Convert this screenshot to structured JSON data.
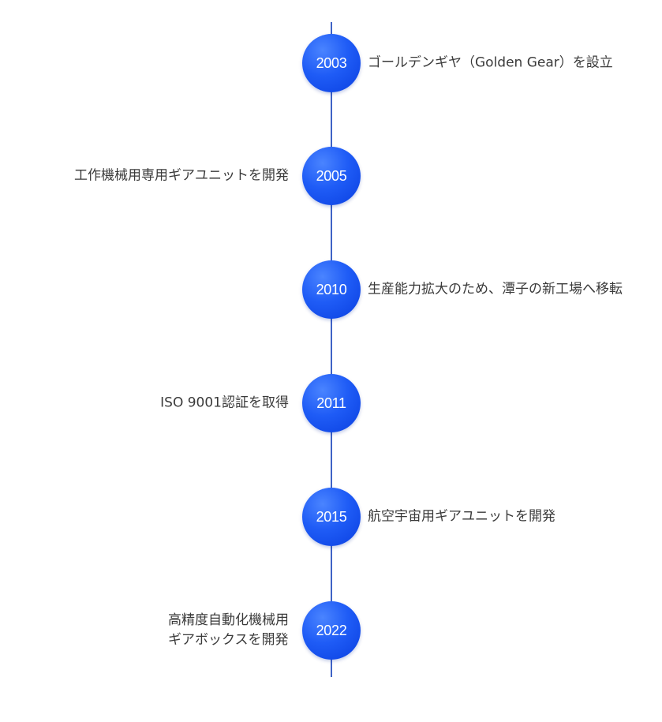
{
  "timeline": {
    "events": [
      {
        "year": "2003",
        "text_lines": [
          "ゴールデンギヤ（Golden Gear）を設立"
        ],
        "side": "right"
      },
      {
        "year": "2005",
        "text_lines": [
          "工作機械用専用ギアユニットを開発"
        ],
        "side": "left"
      },
      {
        "year": "2010",
        "text_lines": [
          "生産能力拡大のため、潭子の新工場へ移転"
        ],
        "side": "right"
      },
      {
        "year": "2011",
        "text_lines": [
          "ISO 9001認証を取得"
        ],
        "side": "left"
      },
      {
        "year": "2015",
        "text_lines": [
          "航空宇宙用ギアユニットを開発"
        ],
        "side": "right"
      },
      {
        "year": "2022",
        "text_lines": [
          "高精度自動化機械用",
          "ギアボックスを開発"
        ],
        "side": "left"
      }
    ]
  },
  "colors": {
    "axis": "#3f63c6",
    "circle": "#1f5cf6",
    "year_text": "#ffffff",
    "event_text": "#3a3a3a"
  }
}
